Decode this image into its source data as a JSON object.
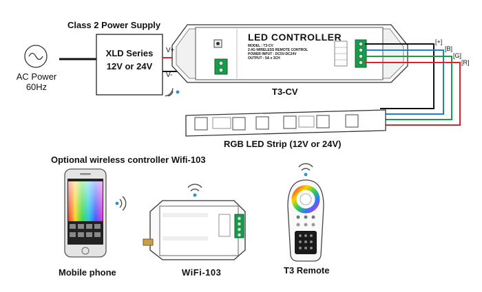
{
  "power_supply": {
    "title": "Class 2 Power Supply",
    "series": "XLD Series",
    "voltage": "12V or 24V",
    "vplus": "V+",
    "vminus": "V-"
  },
  "ac_power": {
    "line1": "AC Power",
    "line2": "60Hz"
  },
  "controller": {
    "title": "LED CONTROLLER",
    "model": "MODEL : T3-CV",
    "remote": "2.4G WIRELESS REMOTE CONTROL",
    "input": "POWER INPUT : DC5V-DC24V",
    "output": "OUTPUT : 5A x 3CH",
    "name": "T3-CV"
  },
  "outputs": [
    "[+]",
    "[B]",
    "[G]",
    "[R]"
  ],
  "strip": {
    "label": "RGB LED Strip (12V or 24V)"
  },
  "optional": {
    "title": "Optional wireless controller Wifi-103",
    "phone": "Mobile phone",
    "wifi": "WiFi-103",
    "remote": "T3 Remote"
  },
  "colors": {
    "positive": "#111111",
    "red": "#d9252a",
    "green": "#1a9b4b",
    "blue": "#1d7fc4",
    "signal": "#2b8fd0"
  }
}
